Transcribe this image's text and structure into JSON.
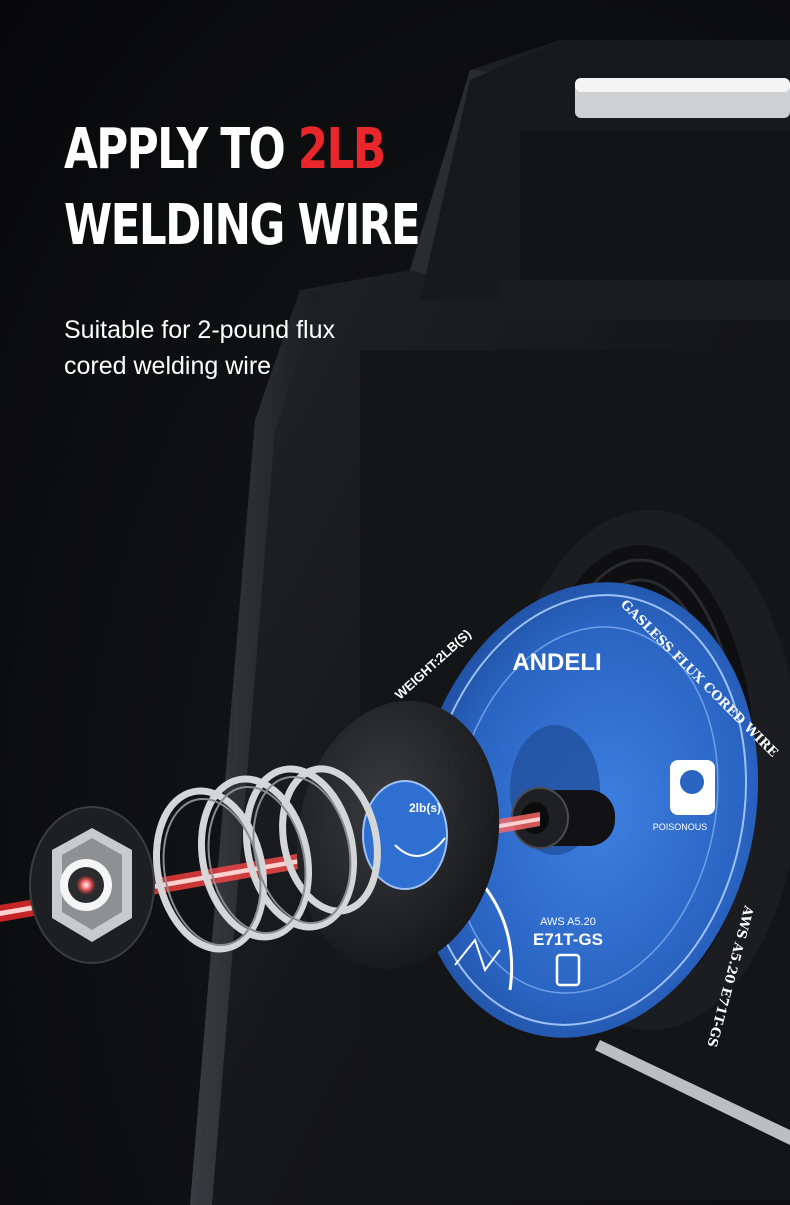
{
  "headline": {
    "line1_prefix": "APPLY TO",
    "line1_accent": "2LB",
    "line2": "WELDING WIRE"
  },
  "subtitle": "Suitable for 2-pound flux cored welding wire",
  "spool": {
    "brand": "ANDELI",
    "weight_arc": "WEIGHT:2LB(S)",
    "type_arc": "GASLESS FLUX CORED WIRE",
    "standard_arc": "AWS A5.20 E71T-GS",
    "standard_small": "AWS A5.20",
    "classification": "E71T-GS",
    "poison_label": "POISONOUS"
  },
  "washer_label": "2lb(s)",
  "colors": {
    "accent": "#e8262b",
    "spool_blue": "#2f6fd1",
    "laser": "#ff2a2a"
  }
}
